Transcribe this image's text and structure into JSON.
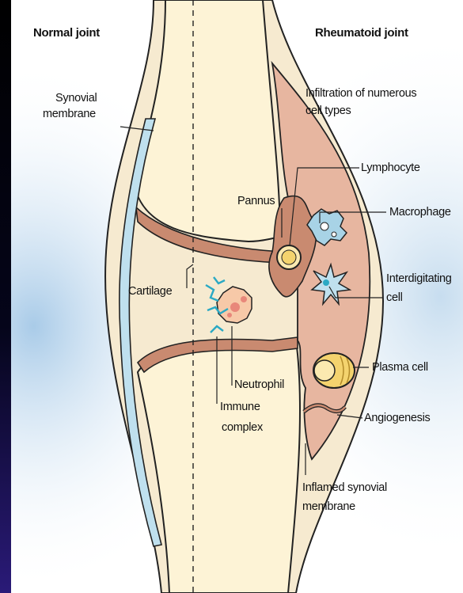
{
  "headers": {
    "left": "Normal joint",
    "right": "Rheumatoid joint"
  },
  "labels": {
    "synovial_line1": "Synovial",
    "synovial_line2": "membrane",
    "infiltration_line1": "Infiltration of numerous",
    "infiltration_line2": "cell types",
    "lymphocyte": "Lymphocyte",
    "pannus": "Pannus",
    "macrophage": "Macrophage",
    "cartilage": "Cartilage",
    "interdigitating_line1": "Interdigitating",
    "interdigitating_line2": "cell",
    "plasma_cell": "Plasma cell",
    "neutrophil": "Neutrophil",
    "immune_line1": "Immune",
    "immune_line2": "complex",
    "angiogenesis": "Angiogenesis",
    "inflamed_line1": "Inflamed synovial",
    "inflamed_line2": "membrane"
  },
  "colors": {
    "bone": "#fdf3d6",
    "soft_tissue": "#f6ead0",
    "synovial_normal": "#bfe0ee",
    "inflamed": "#c98a70",
    "inflamed_light": "#e7b6a0",
    "outline": "#222222",
    "immune_complex": "#2aa9c4",
    "background_glow": "#b9d6ee"
  },
  "icons": [
    "lymphocyte-cell-icon",
    "macrophage-cell-icon",
    "interdigitating-cell-icon",
    "plasma-cell-icon",
    "neutrophil-cell-icon",
    "immune-complex-icon"
  ]
}
